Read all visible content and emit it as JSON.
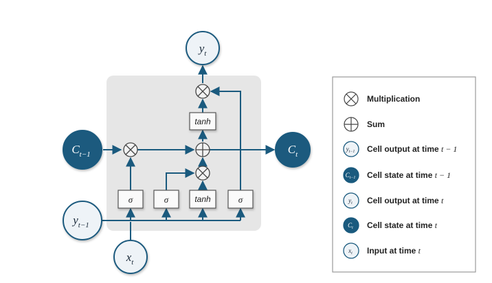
{
  "nodes": {
    "y_t": {
      "base": "y",
      "sub": "t"
    },
    "c_prev": {
      "base": "C",
      "sub": "t−1"
    },
    "c_t": {
      "base": "C",
      "sub": "t"
    },
    "y_prev": {
      "base": "y",
      "sub": "t−1"
    },
    "x_t": {
      "base": "x",
      "sub": "t"
    }
  },
  "gates": {
    "forget": "σ",
    "input": "σ",
    "candidate": "tanh",
    "output": "σ",
    "cell_tanh": "tanh"
  },
  "legend": {
    "items": [
      {
        "name": "multiplication",
        "label": "Multiplication",
        "math": ""
      },
      {
        "name": "sum",
        "label": "Sum",
        "math": ""
      },
      {
        "name": "cell-output-prev",
        "label": "Cell output at time ",
        "math": "t − 1",
        "icon_base": "y",
        "icon_sub": "t−1"
      },
      {
        "name": "cell-state-prev",
        "label": "Cell state at time ",
        "math": "t − 1",
        "icon_base": "C",
        "icon_sub": "t−1"
      },
      {
        "name": "cell-output",
        "label": "Cell output at time ",
        "math": "t",
        "icon_base": "y",
        "icon_sub": "t"
      },
      {
        "name": "cell-state",
        "label": "Cell state at time ",
        "math": "t",
        "icon_base": "C",
        "icon_sub": "t"
      },
      {
        "name": "input",
        "label": "Input at time ",
        "math": "t",
        "icon_base": "x",
        "icon_sub": "t"
      }
    ]
  },
  "colors": {
    "primary": "#1a5a7e",
    "node_fill": "#eef3f7",
    "node_fill_dark": "#1a5a7e",
    "panel": "#e6e6e6",
    "legend_border": "#9a9a9a"
  }
}
